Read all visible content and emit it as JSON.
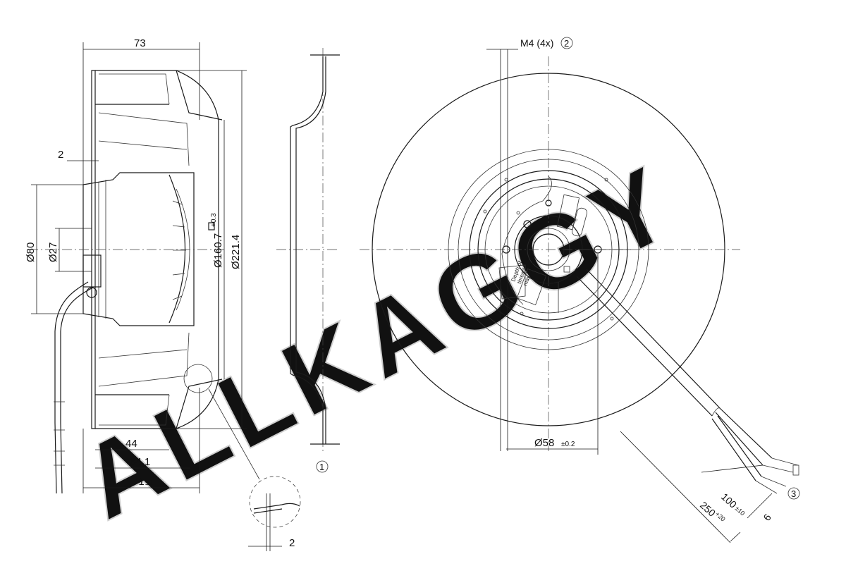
{
  "watermark": "ALLKAGGY",
  "side_view": {
    "overall_length": "73",
    "wall_thickness": "2",
    "hub_diameter": "Ø80",
    "shaft_diameter": "Ø27",
    "inlet_diameter": "Ø160.7",
    "inlet_tolerance": "+0.3",
    "outer_diameter": "Ø221.4",
    "depth_44": "44",
    "depth_64": "64.1",
    "depth_71": "71",
    "depth_71_tol": "±1"
  },
  "detail_view": {
    "thickness": "2"
  },
  "inlet_ring": {
    "callout": "1"
  },
  "front_view": {
    "thread_label": "M4 (4x)",
    "thread_callout": "2",
    "flange_diameter": "Ø58",
    "flange_tolerance": "±0.2",
    "label_text": [
      "Depth of",
      "thread",
      "max. 5mm"
    ]
  },
  "cable": {
    "strip_length": "100",
    "strip_tol": "±10",
    "cable_length": "250",
    "cable_tol": "+20",
    "wire_end": "6",
    "callout": "3"
  }
}
